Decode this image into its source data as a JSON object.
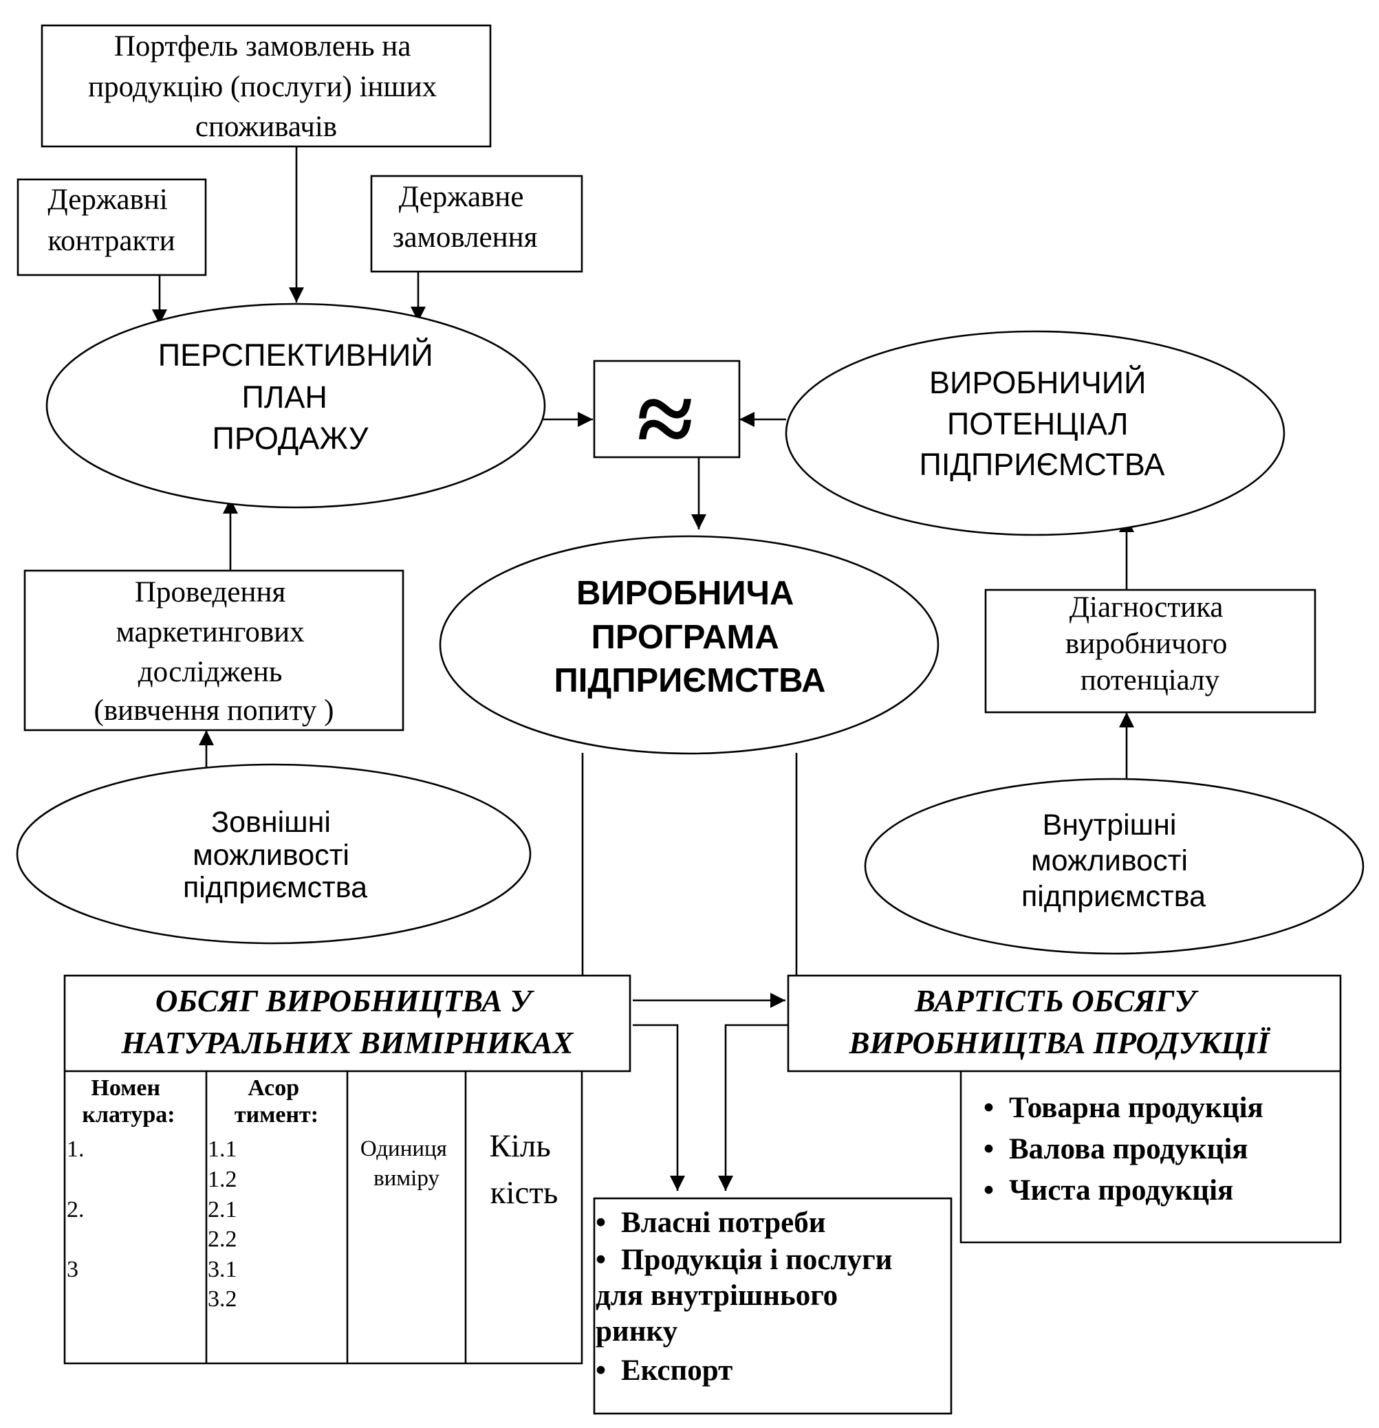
{
  "sources": {
    "orders_portfolio": [
      "Портфель замовлень на",
      "продукцію (послуги) інших",
      "споживачів"
    ],
    "state_contracts": [
      "Державні",
      "контракти"
    ],
    "state_order": [
      "Державне",
      "замовлення"
    ]
  },
  "sales_plan": [
    "ПЕРСПЕКТИВНИЙ",
    "ПЛАН",
    "ПРОДАЖУ"
  ],
  "balance_symbol": "≈",
  "production_capacity": [
    "ВИРОБНИЧИЙ",
    "ПОТЕНЦІАЛ",
    "ПІДПРИЄМСТВА"
  ],
  "production_program": [
    "ВИРОБНИЧА",
    "ПРОГРАМА",
    "ПІДПРИЄМСТВА"
  ],
  "marketing_research": [
    "Проведення",
    "маркетингових",
    "досліджень",
    "(вивчення попиту )"
  ],
  "capacity_diagnostics": [
    "Діагностика",
    "виробничого",
    "потенціалу"
  ],
  "external_opportunities": [
    "Зовнішні",
    "можливості",
    "підприємства"
  ],
  "internal_opportunities": [
    "Внутрішні",
    "можливості",
    "підприємства"
  ],
  "physical_volume": {
    "title": [
      "ОБСЯГ ВИРОБНИЦТВА У",
      "НАТУРАЛЬНИХ ВИМІРНИКАХ"
    ],
    "columns": {
      "nomenclature": {
        "header": [
          "Номен",
          "клатура:"
        ],
        "items": [
          "1.",
          "2.",
          "3"
        ]
      },
      "assortment": {
        "header": [
          "Асор",
          "тимент:"
        ],
        "items": [
          "1.1",
          "1.2",
          "2.1",
          "2.2",
          "3.1",
          "3.2"
        ]
      },
      "unit": [
        "Одиниця",
        "виміру"
      ],
      "quantity": [
        "Кіль",
        "кість"
      ]
    }
  },
  "value_volume": {
    "title": [
      "ВАРТІСТЬ ОБСЯГУ",
      "ВИРОБНИЦТВА ПРОДУКЦІЇ"
    ],
    "items": [
      "Товарна продукція",
      "Валова продукція",
      "Чиста продукція"
    ]
  },
  "distribution": {
    "lines": [
      "Власні потреби",
      "Продукція і послуги",
      "для внутрішнього",
      "ринку",
      "Експорт"
    ]
  }
}
